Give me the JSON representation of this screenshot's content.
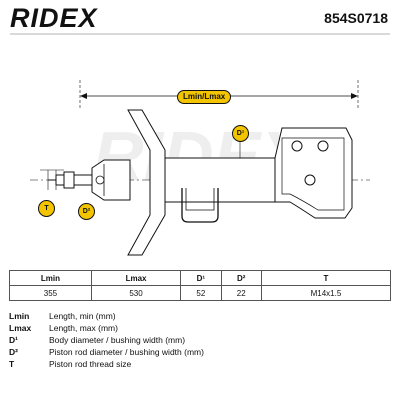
{
  "header": {
    "brand": "RIDEX",
    "part_number": "854S0718"
  },
  "drawing": {
    "dimension_label": "Lmin/Lmax",
    "callouts": {
      "d1": "D¹",
      "d2": "D²",
      "t": "T"
    },
    "watermark": "RIDEX"
  },
  "spec_table": {
    "headers": [
      "Lmin",
      "Lmax",
      "D¹",
      "D²",
      "T"
    ],
    "values": [
      "355",
      "530",
      "52",
      "22",
      "M14x1.5"
    ]
  },
  "legend": [
    {
      "key": "Lmin",
      "text": "Length, min (mm)"
    },
    {
      "key": "Lmax",
      "text": "Length, max (mm)"
    },
    {
      "key": "D¹",
      "text": "Body diameter / bushing width (mm)"
    },
    {
      "key": "D²",
      "text": "Piston rod diameter / bushing width (mm)"
    },
    {
      "key": "T",
      "text": "Piston rod thread size"
    }
  ],
  "colors": {
    "accent": "#f3c400",
    "line": "#111111"
  }
}
